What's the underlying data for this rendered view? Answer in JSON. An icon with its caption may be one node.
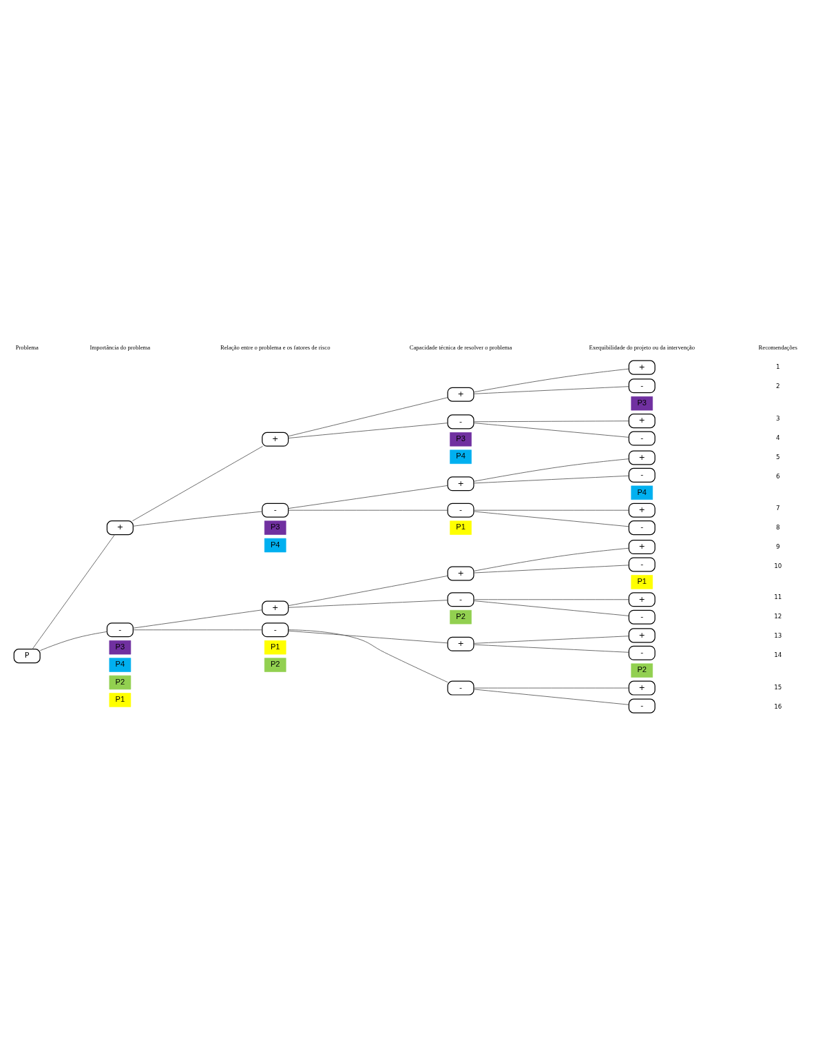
{
  "diagram": {
    "nodes": [
      {
        "text": [
          "P"
        ]
      },
      {
        "text": [
          "+"
        ]
      },
      {
        "text": [
          "-"
        ]
      },
      {
        "text": [
          "+"
        ]
      },
      {
        "text": [
          "-"
        ]
      },
      {
        "text": [
          "+"
        ]
      },
      {
        "text": [
          "-"
        ]
      },
      {
        "text": [
          "+"
        ]
      },
      {
        "text": [
          "-"
        ]
      },
      {
        "text": [
          "+"
        ]
      },
      {
        "text": [
          "-"
        ]
      },
      {
        "text": [
          "+"
        ]
      },
      {
        "text": [
          "-"
        ]
      },
      {
        "text": [
          "+"
        ]
      },
      {
        "text": [
          "-"
        ]
      },
      {
        "text": [
          "+"
        ]
      },
      {
        "text": [
          "-"
        ]
      },
      {
        "text": [
          "+"
        ]
      },
      {
        "text": [
          "-"
        ]
      },
      {
        "text": [
          "+"
        ]
      },
      {
        "text": [
          "-"
        ]
      },
      {
        "text": [
          "+"
        ]
      },
      {
        "text": [
          "-"
        ]
      },
      {
        "text": [
          "+"
        ]
      },
      {
        "text": [
          "-"
        ]
      },
      {
        "text": [
          "+"
        ]
      },
      {
        "text": [
          "-"
        ]
      },
      {
        "text": [
          "+"
        ]
      },
      {
        "text": [
          "-"
        ]
      },
      {
        "text": [
          "+"
        ]
      },
      {
        "text": [
          "-"
        ]
      },
      {
        "text": [
          "P3"
        ]
      },
      {
        "text": [
          "P3"
        ]
      },
      {
        "text": [
          "P3"
        ]
      },
      {
        "text": [
          "P3"
        ]
      },
      {
        "text": [
          "P4"
        ]
      },
      {
        "text": [
          "P4"
        ]
      },
      {
        "text": [
          "P4"
        ]
      },
      {
        "text": [
          "P4"
        ]
      },
      {
        "text": [
          "P1"
        ]
      },
      {
        "text": [
          "P1"
        ]
      },
      {
        "text": [
          "P1"
        ]
      },
      {
        "text": [
          "P2"
        ]
      },
      {
        "text": [
          "P2"
        ]
      },
      {
        "text": [
          "P2"
        ]
      },
      {
        "text": [
          "P1"
        ]
      },
      {
        "text": [
          "P2"
        ]
      }
    ],
    "edges": [
      {
        "from": 0,
        "to": 1,
        "arrow": "none"
      },
      {
        "from": 0,
        "to": 2,
        "arrow": "none"
      },
      {
        "from": 1,
        "to": 3,
        "arrow": "none"
      },
      {
        "from": 1,
        "to": 4,
        "arrow": "none"
      },
      {
        "from": 2,
        "to": 5,
        "arrow": "none"
      },
      {
        "from": 2,
        "to": 6,
        "arrow": "none"
      },
      {
        "from": 3,
        "to": 7,
        "arrow": "none"
      },
      {
        "from": 3,
        "to": 8,
        "arrow": "none"
      },
      {
        "from": 4,
        "to": 9,
        "arrow": "none"
      },
      {
        "from": 4,
        "to": 10,
        "arrow": "none"
      },
      {
        "from": 5,
        "to": 11,
        "arrow": "none"
      },
      {
        "from": 5,
        "to": 12,
        "arrow": "none"
      },
      {
        "from": 6,
        "to": 13,
        "arrow": "none"
      },
      {
        "from": 6,
        "to": 14,
        "arrow": "none"
      },
      {
        "from": 7,
        "to": 15,
        "arrow": "none"
      },
      {
        "from": 7,
        "to": 16,
        "arrow": "none"
      },
      {
        "from": 8,
        "to": 17,
        "arrow": "none"
      },
      {
        "from": 8,
        "to": 18,
        "arrow": "none"
      },
      {
        "from": 9,
        "to": 19,
        "arrow": "none"
      },
      {
        "from": 9,
        "to": 20,
        "arrow": "none"
      },
      {
        "from": 10,
        "to": 21,
        "arrow": "none"
      },
      {
        "from": 10,
        "to": 22,
        "arrow": "none"
      },
      {
        "from": 11,
        "to": 23,
        "arrow": "none"
      },
      {
        "from": 11,
        "to": 24,
        "arrow": "none"
      },
      {
        "from": 12,
        "to": 25,
        "arrow": "none"
      },
      {
        "from": 12,
        "to": 26,
        "arrow": "none"
      },
      {
        "from": 13,
        "to": 27,
        "arrow": "none"
      },
      {
        "from": 13,
        "to": 28,
        "arrow": "none"
      },
      {
        "from": 14,
        "to": 29,
        "arrow": "none"
      },
      {
        "from": 14,
        "to": 30,
        "arrow": "none"
      }
    ],
    "labels": [
      "Problema",
      "Importância do problema",
      "Relação entre o problema e os fatores de risco",
      "Capacidade técnica de resolver o problema",
      "Exequibilidade do projeto ou da intervenção",
      "Recomendações",
      "1",
      "2",
      "3",
      "4",
      "5",
      "6",
      "7",
      "8",
      "9",
      "10",
      "11",
      "12",
      "13",
      "14",
      "15",
      "16"
    ]
  }
}
